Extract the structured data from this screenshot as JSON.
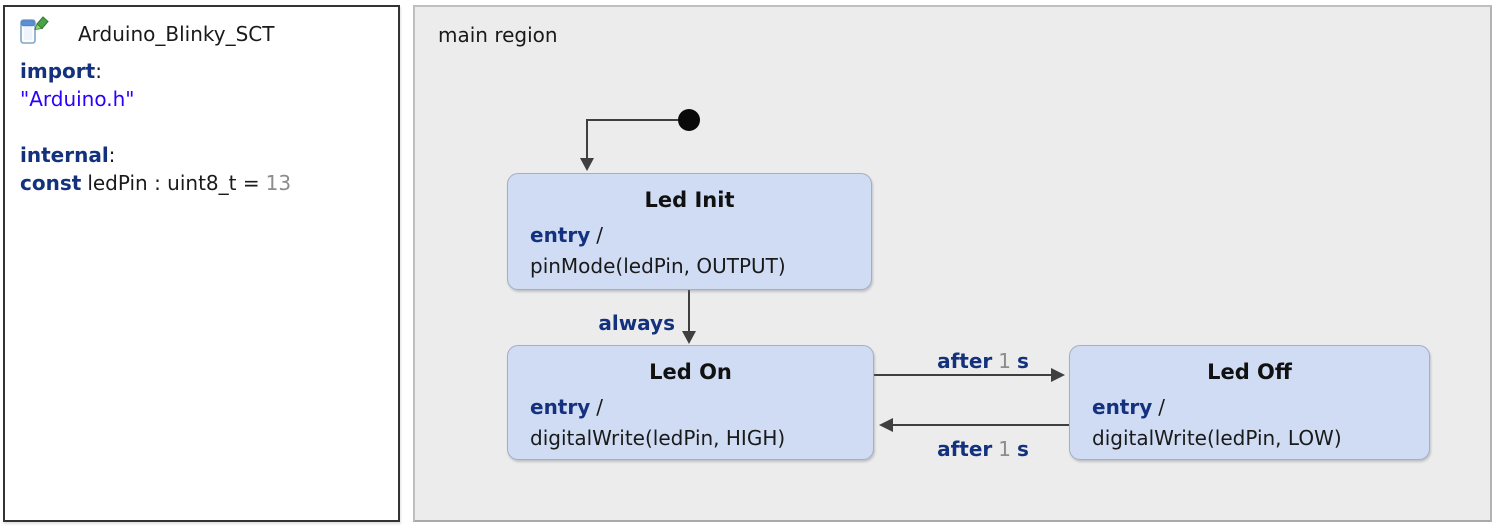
{
  "definition_panel": {
    "title": "Arduino_Blinky_SCT",
    "import_keyword": "import",
    "colon": ":",
    "import_value": "\"Arduino.h\"",
    "internal_keyword": "internal",
    "const_keyword": "const",
    "const_decl": "ledPin : uint8_t =",
    "const_value": "13"
  },
  "main_region": {
    "label": "main region",
    "states": [
      {
        "title": "Led Init",
        "entry_keyword": "entry",
        "separator": "/",
        "action": "pinMode(ledPin, OUTPUT)"
      },
      {
        "title": "Led On",
        "entry_keyword": "entry",
        "separator": "/",
        "action": "digitalWrite(ledPin, HIGH)"
      },
      {
        "title": "Led Off",
        "entry_keyword": "entry",
        "separator": "/",
        "action": "digitalWrite(ledPin, LOW)"
      }
    ],
    "transitions": {
      "init_to_on": {
        "keyword": "always"
      },
      "on_to_off": {
        "keyword": "after",
        "value": "1",
        "unit": "s"
      },
      "off_to_on": {
        "keyword": "after",
        "value": "1",
        "unit": "s"
      }
    }
  },
  "icons": {
    "statechart_icon": "statechart-file-with-green-pen"
  },
  "colors": {
    "keyword_navy": "#14317E",
    "string_blue": "#2A00FF",
    "value_gray": "#8C8C8C",
    "state_fill": "#CFDCF3",
    "state_border": "#A7AEBE",
    "arrow_gray": "#3F3F3F",
    "region_bg": "#ECECEC",
    "region_border": "#BFBFBF",
    "panel_border": "#333333"
  }
}
